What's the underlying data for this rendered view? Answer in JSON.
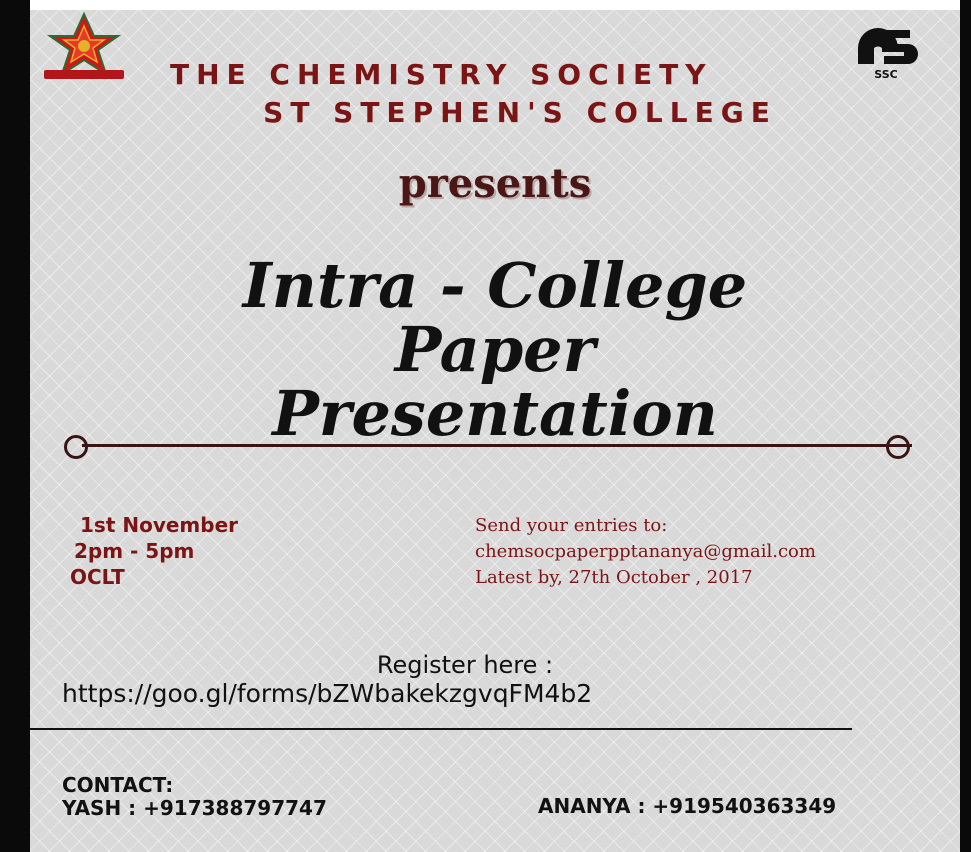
{
  "header": {
    "society": "THE CHEMISTRY SOCIETY",
    "college": "ST STEPHEN'S COLLEGE",
    "logo_right_text": "SSC"
  },
  "presents": "presents",
  "event": {
    "title_line1": "Intra - College",
    "title_line2": "Paper",
    "title_line3": "Presentation"
  },
  "details": {
    "date": "1st November",
    "time": "2pm - 5pm",
    "venue": "OCLT"
  },
  "entries": {
    "label": "Send  your entries to:",
    "email": "chemsocpaperpptananya@gmail.com",
    "deadline": "Latest by, 27th October , 2017"
  },
  "register": {
    "label": "Register here :",
    "link": "https://goo.gl/forms/bZWbakekzgvqFM4b2"
  },
  "contact": {
    "label": "CONTACT:",
    "yash": "YASH : +917388797747",
    "ananya": "ANANYA : +919540363349"
  },
  "colors": {
    "maroon": "#7b1414",
    "background": "#d9d9d9",
    "text_dark": "#111111"
  }
}
